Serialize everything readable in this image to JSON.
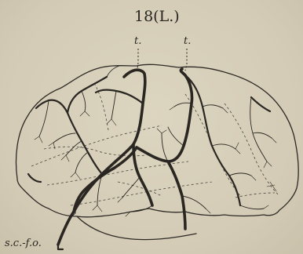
{
  "figure": {
    "title": "18(L.)",
    "markers": [
      "t.",
      "t."
    ],
    "corner_label": "s.c.-f.o."
  }
}
